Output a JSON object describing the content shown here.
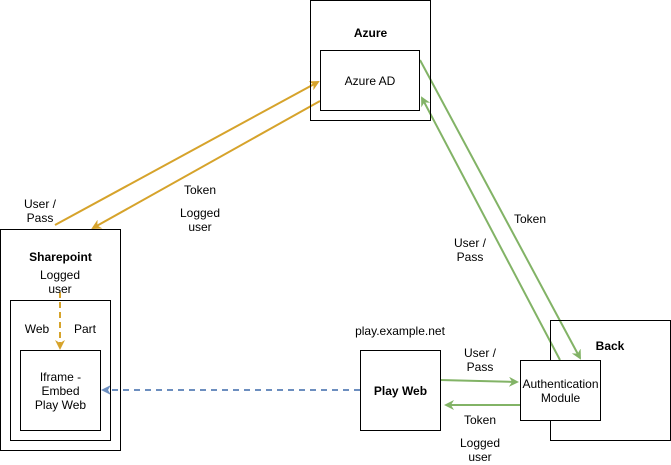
{
  "colors": {
    "orange": "#d6a32b",
    "green": "#82b366",
    "blue_dashed": "#6c8ebf",
    "stroke": "#000000"
  },
  "nodes": {
    "azure": {
      "title": "Azure"
    },
    "azure_ad": {
      "title": "Azure AD"
    },
    "sharepoint": {
      "title": "Sharepoint",
      "logged_user": "Logged\nuser"
    },
    "web_part": {
      "left": "Web",
      "right": "Part"
    },
    "iframe": {
      "title": "Iframe -\nEmbed\nPlay Web"
    },
    "play_web": {
      "title": "Play Web",
      "host": "play.example.net"
    },
    "back": {
      "title": "Back"
    },
    "auth_module": {
      "title": "Authentication\nModule"
    }
  },
  "edge_labels": {
    "sp_to_ad": "User /\nPass",
    "ad_to_sp_token": "Token",
    "ad_to_sp_logged": "Logged\nuser",
    "ad_to_auth": "Token",
    "auth_to_ad": "User /\nPass",
    "play_to_auth": "User /\nPass",
    "auth_to_play_token": "Token",
    "auth_to_play_logged": "Logged\nuser"
  }
}
